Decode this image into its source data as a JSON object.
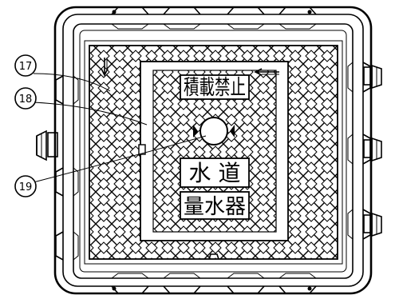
{
  "callouts": [
    {
      "number": "17"
    },
    {
      "number": "18"
    },
    {
      "number": "19"
    }
  ],
  "cover_plates": {
    "prohibition": "積載禁止",
    "water": "水 道",
    "meter": "量水器"
  }
}
